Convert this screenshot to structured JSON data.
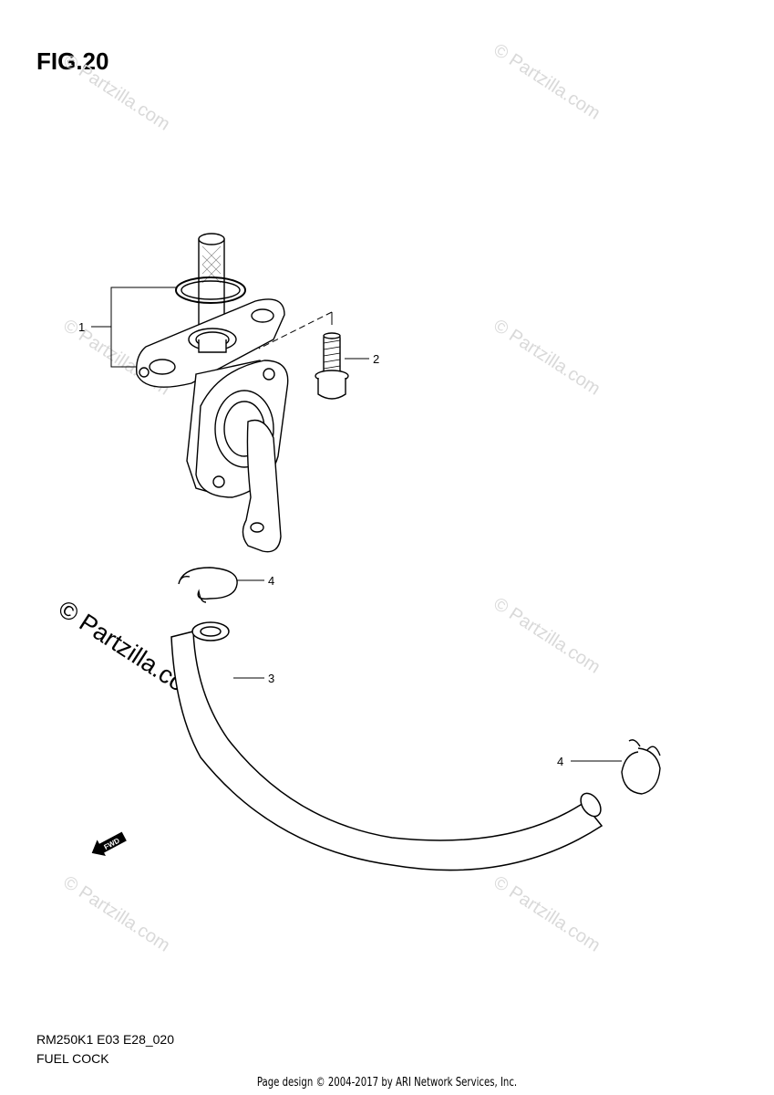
{
  "figure": {
    "title": "FIG.20",
    "model_code": "RM250K1 E03 E28_020",
    "section_name": "FUEL COCK"
  },
  "callouts": [
    {
      "id": "1"
    },
    {
      "id": "2"
    },
    {
      "id": "3"
    },
    {
      "id": "4"
    },
    {
      "id": "4"
    }
  ],
  "fwd_badge": "FWD",
  "watermark": {
    "text": "© Partzilla.com",
    "color": "#d9d9d9"
  },
  "footer": "Page design © 2004-2017 by ARI Network Services, Inc."
}
